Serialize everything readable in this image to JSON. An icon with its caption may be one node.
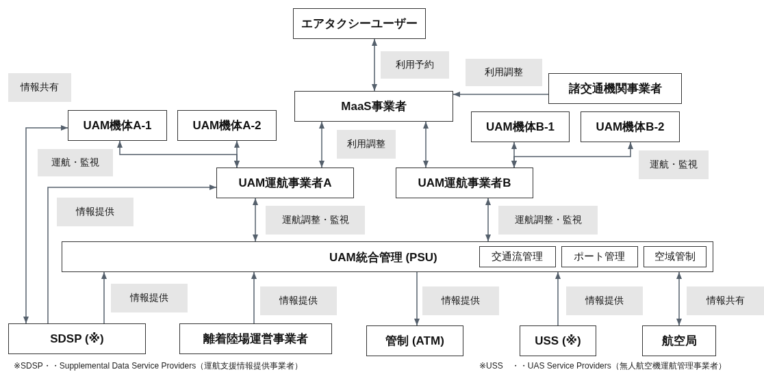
{
  "diagram": {
    "nodes": [
      {
        "text": [
          "エアタクシーユーザー"
        ]
      },
      {
        "text": [
          "諸交通機関事業者"
        ]
      },
      {
        "text": [
          "MaaS事業者"
        ]
      },
      {
        "text": [
          "UAM機体A-1"
        ]
      },
      {
        "text": [
          "UAM機体A-2"
        ]
      },
      {
        "text": [
          "UAM機体B-1"
        ]
      },
      {
        "text": [
          "UAM機体B-2"
        ]
      },
      {
        "text": [
          "UAM運航事業者A"
        ]
      },
      {
        "text": [
          "UAM運航事業者B"
        ]
      },
      {
        "text": [
          "UAM統合管理 (PSU)"
        ]
      },
      {
        "text": [
          "交通流管理"
        ],
        "in": 9
      },
      {
        "text": [
          "ポート管理"
        ],
        "in": 9
      },
      {
        "text": [
          "空域管制"
        ],
        "in": 9
      },
      {
        "text": [
          "SDSP (※)"
        ]
      },
      {
        "text": [
          "離着陸場運営事業者"
        ]
      },
      {
        "text": [
          "管制 (ATM)"
        ]
      },
      {
        "text": [
          "USS (※)"
        ]
      },
      {
        "text": [
          "航空局"
        ]
      }
    ],
    "edges": [
      {
        "from": 0,
        "to": 2,
        "arrow": "both",
        "label": "利用予約"
      },
      {
        "from": 1,
        "to": 2,
        "arrow": "to",
        "label": "利用調整"
      },
      {
        "from": 2,
        "to": 7,
        "arrow": "both",
        "label": "利用調整"
      },
      {
        "from": 2,
        "to": 8,
        "arrow": "both"
      },
      {
        "from": 7,
        "to": 3,
        "arrow": "both",
        "label": "運航・監視"
      },
      {
        "from": 7,
        "to": 4,
        "arrow": "both"
      },
      {
        "from": 8,
        "to": 5,
        "arrow": "both"
      },
      {
        "from": 8,
        "to": 6,
        "arrow": "both",
        "label": "運航・監視"
      },
      {
        "from": 7,
        "to": 9,
        "arrow": "both",
        "label": "運航調整・監視"
      },
      {
        "from": 8,
        "to": 9,
        "arrow": "both",
        "label": "運航調整・監視"
      },
      {
        "from": 13,
        "to": 3,
        "arrow": "both",
        "label": "情報共有"
      },
      {
        "from": 13,
        "to": 7,
        "arrow": "to",
        "label": "情報提供"
      },
      {
        "from": 13,
        "to": 9,
        "arrow": "to",
        "label": "情報提供"
      },
      {
        "from": 14,
        "to": 9,
        "arrow": "to",
        "label": "情報提供"
      },
      {
        "from": 9,
        "to": 15,
        "arrow": "to",
        "label": "情報提供"
      },
      {
        "from": 16,
        "to": 9,
        "arrow": "to",
        "label": "情報提供"
      },
      {
        "from": 9,
        "to": 17,
        "arrow": "both",
        "label": "情報共有"
      }
    ],
    "labels": [
      "※SDSP・・Supplemental Data Service Providers（運航支援情報提供事業者）",
      "※USS　・・UAS Service Providers（無人航空機運航管理事業者）"
    ]
  }
}
